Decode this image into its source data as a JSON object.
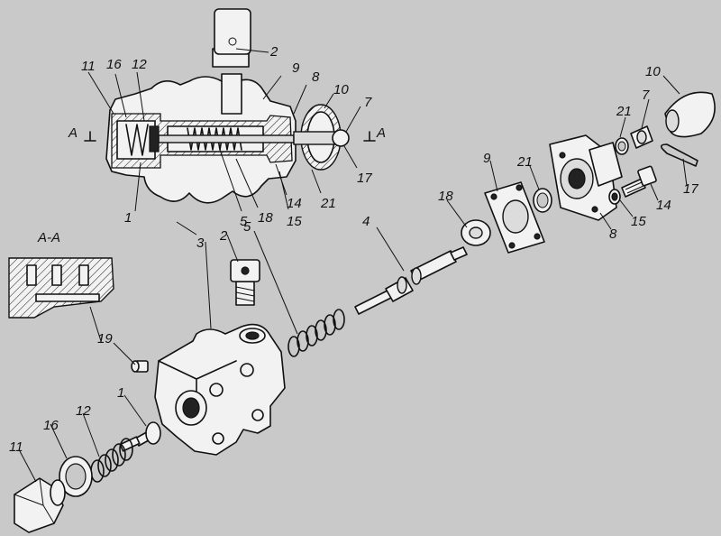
{
  "section_title": "A-A",
  "section_marks": [
    "A",
    "A"
  ],
  "callouts": {
    "top_11": "11",
    "top_16": "16",
    "top_12": "12",
    "top_2": "2",
    "top_9": "9",
    "top_8": "8",
    "top_10": "10",
    "top_7": "7",
    "top_1": "1",
    "top_18": "18",
    "top_5": "5",
    "top_14": "14",
    "top_15": "15",
    "top_21": "21",
    "top_17": "17",
    "ex_3": "3",
    "ex_2": "2",
    "ex_5": "5",
    "ex_4": "4",
    "ex_18": "18",
    "ex_9": "9",
    "ex_21a": "21",
    "ex_21b": "21",
    "ex_7": "7",
    "ex_10": "10",
    "ex_17": "17",
    "ex_14": "14",
    "ex_15": "15",
    "ex_8": "8",
    "ex_19": "19",
    "ex_1": "1",
    "ex_12": "12",
    "ex_16": "16",
    "ex_11": "11"
  }
}
